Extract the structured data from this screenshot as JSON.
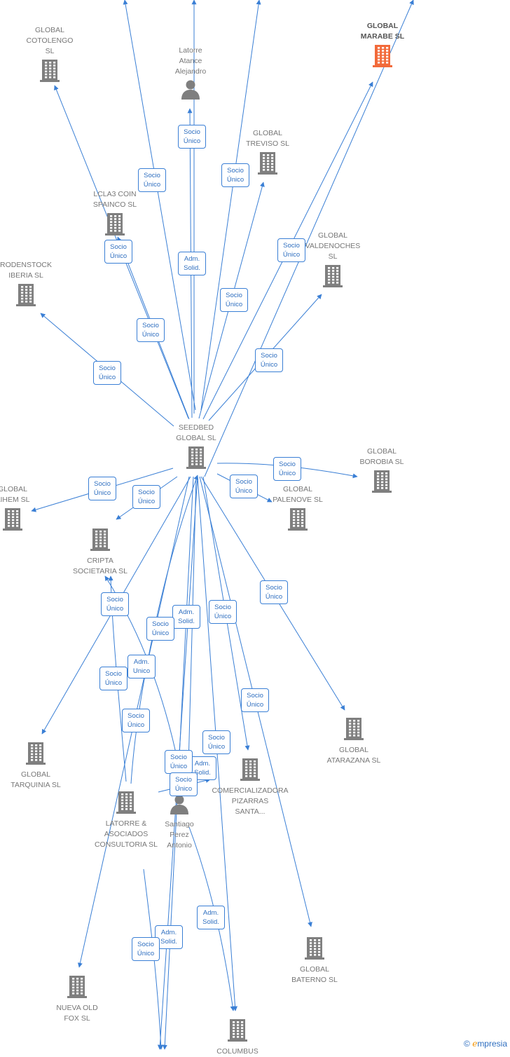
{
  "colors": {
    "edge": "#3a7fd5",
    "company": "#7f7f7f",
    "highlight": "#f26a3a",
    "person": "#7f7f7f"
  },
  "nodes": [
    {
      "id": "cotolengo",
      "kind": "company",
      "lines": [
        "GLOBAL",
        "COTOLENGO",
        "SL"
      ]
    },
    {
      "id": "marabe",
      "kind": "company",
      "highlight": true,
      "lines": [
        "GLOBAL",
        "MARABE  SL"
      ]
    },
    {
      "id": "latorre_p",
      "kind": "person",
      "lines": [
        "Latorre",
        "Atance",
        "Alejandro"
      ]
    },
    {
      "id": "treviso",
      "kind": "company",
      "lines": [
        "GLOBAL",
        "TREVISO  SL"
      ]
    },
    {
      "id": "lcla3",
      "kind": "company",
      "lines": [
        "LCLA3 COIN",
        "SPAINCO  SL"
      ]
    },
    {
      "id": "valdenoches",
      "kind": "company",
      "lines": [
        "GLOBAL",
        "VALDENOCHES",
        "SL"
      ]
    },
    {
      "id": "rodenstock",
      "kind": "company",
      "lines": [
        "RODENSTOCK",
        "IBERIA  SL"
      ]
    },
    {
      "id": "seedbed",
      "kind": "company",
      "lines": [
        "SEEDBED",
        "GLOBAL  SL"
      ]
    },
    {
      "id": "borobia",
      "kind": "company",
      "lines": [
        "GLOBAL",
        "BOROBIA  SL"
      ]
    },
    {
      "id": "aihem",
      "kind": "company",
      "lines": [
        "GLOBAL",
        "AIHEM SL"
      ]
    },
    {
      "id": "palenove",
      "kind": "company",
      "lines": [
        "GLOBAL",
        "PALENOVE  SL"
      ]
    },
    {
      "id": "cripta",
      "kind": "company",
      "lines": [
        "CRIPTA",
        "SOCIETARIA  SL"
      ]
    },
    {
      "id": "tarquinia",
      "kind": "company",
      "lines": [
        "GLOBAL",
        "TARQUINIA  SL"
      ]
    },
    {
      "id": "atarazana",
      "kind": "company",
      "lines": [
        "GLOBAL",
        "ATARAZANA  SL"
      ]
    },
    {
      "id": "comercializadora",
      "kind": "company",
      "lines": [
        "COMERCIALIZADORA",
        "PIZARRAS",
        "SANTA..."
      ]
    },
    {
      "id": "santiago",
      "kind": "person",
      "lines": [
        "Santiago",
        "Perez",
        "Antonio"
      ]
    },
    {
      "id": "latorre_asoc",
      "kind": "company",
      "lines": [
        "LATORRE &",
        "ASOCIADOS",
        "CONSULTORIA SL"
      ]
    },
    {
      "id": "baterno",
      "kind": "company",
      "lines": [
        "GLOBAL",
        "BATERNO  SL"
      ]
    },
    {
      "id": "nuevaold",
      "kind": "company",
      "lines": [
        "NUEVA OLD",
        "FOX  SL"
      ]
    },
    {
      "id": "columbus",
      "kind": "company",
      "lines": [
        "COLUMBUS"
      ]
    }
  ],
  "badges": [
    {
      "l1": "Socio",
      "l2": "Único"
    },
    {
      "l1": "Socio",
      "l2": "Único"
    },
    {
      "l1": "Socio",
      "l2": "Único"
    },
    {
      "l1": "Socio",
      "l2": "Único"
    },
    {
      "l1": "Adm.",
      "l2": "Solid."
    },
    {
      "l1": "Socio",
      "l2": "Único"
    },
    {
      "l1": "Socio",
      "l2": "Único"
    },
    {
      "l1": "Socio",
      "l2": "Único"
    },
    {
      "l1": "Socio",
      "l2": "Único"
    },
    {
      "l1": "Socio",
      "l2": "Único"
    },
    {
      "l1": "Socio",
      "l2": "Único"
    },
    {
      "l1": "Socio",
      "l2": "Único"
    },
    {
      "l1": "Socio",
      "l2": "Único"
    },
    {
      "l1": "Socio",
      "l2": "Único"
    },
    {
      "l1": "Socio",
      "l2": "Único"
    },
    {
      "l1": "Socio",
      "l2": "Único"
    },
    {
      "l1": "Adm.",
      "l2": "Solid."
    },
    {
      "l1": "Socio",
      "l2": "Único"
    },
    {
      "l1": "Socio",
      "l2": "Único"
    },
    {
      "l1": "Adm.",
      "l2": "Unico"
    },
    {
      "l1": "Socio",
      "l2": "Único"
    },
    {
      "l1": "Socio",
      "l2": "Único"
    },
    {
      "l1": "Socio",
      "l2": "Único"
    },
    {
      "l1": "Socio",
      "l2": "Único"
    },
    {
      "l1": "Adm.",
      "l2": "Solid."
    },
    {
      "l1": "Socio",
      "l2": "Único"
    },
    {
      "l1": "Adm.",
      "l2": "Solid."
    },
    {
      "l1": "Socio",
      "l2": "Único"
    },
    {
      "l1": "Adm.",
      "l2": "Solid."
    },
    {
      "l1": "Socio",
      "l2": "Único"
    }
  ],
  "watermark": {
    "copy": "©",
    "brand_e": "e",
    "brand_rest": "mpresia"
  }
}
